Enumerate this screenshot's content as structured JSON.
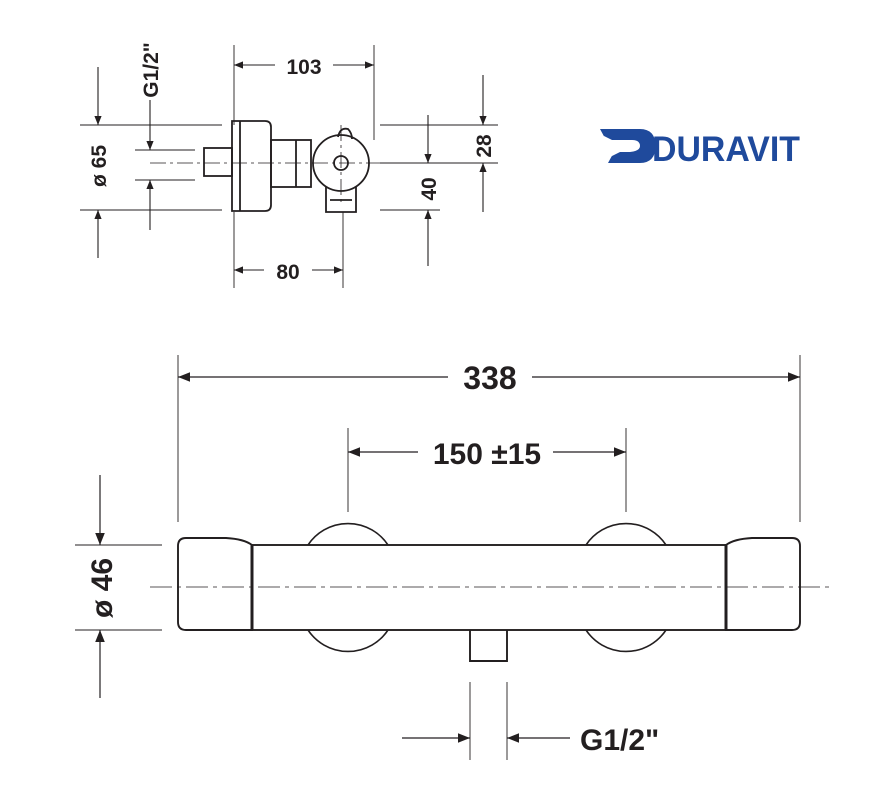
{
  "brand": {
    "name": "DURAVIT",
    "color": "#1f4a9c"
  },
  "ink_color": "#231f20",
  "side_view": {
    "dim_width_overall": "103",
    "dim_width_mount": "80",
    "dim_diameter": "ø 65",
    "dim_thread": "G1/2\"",
    "dim_upper_offset": "28",
    "dim_lower_offset": "40"
  },
  "front_view": {
    "dim_length": "338",
    "dim_center_distance": "150 ±15",
    "dim_diameter": "ø 46",
    "dim_outlet_thread": "G1/2\""
  }
}
